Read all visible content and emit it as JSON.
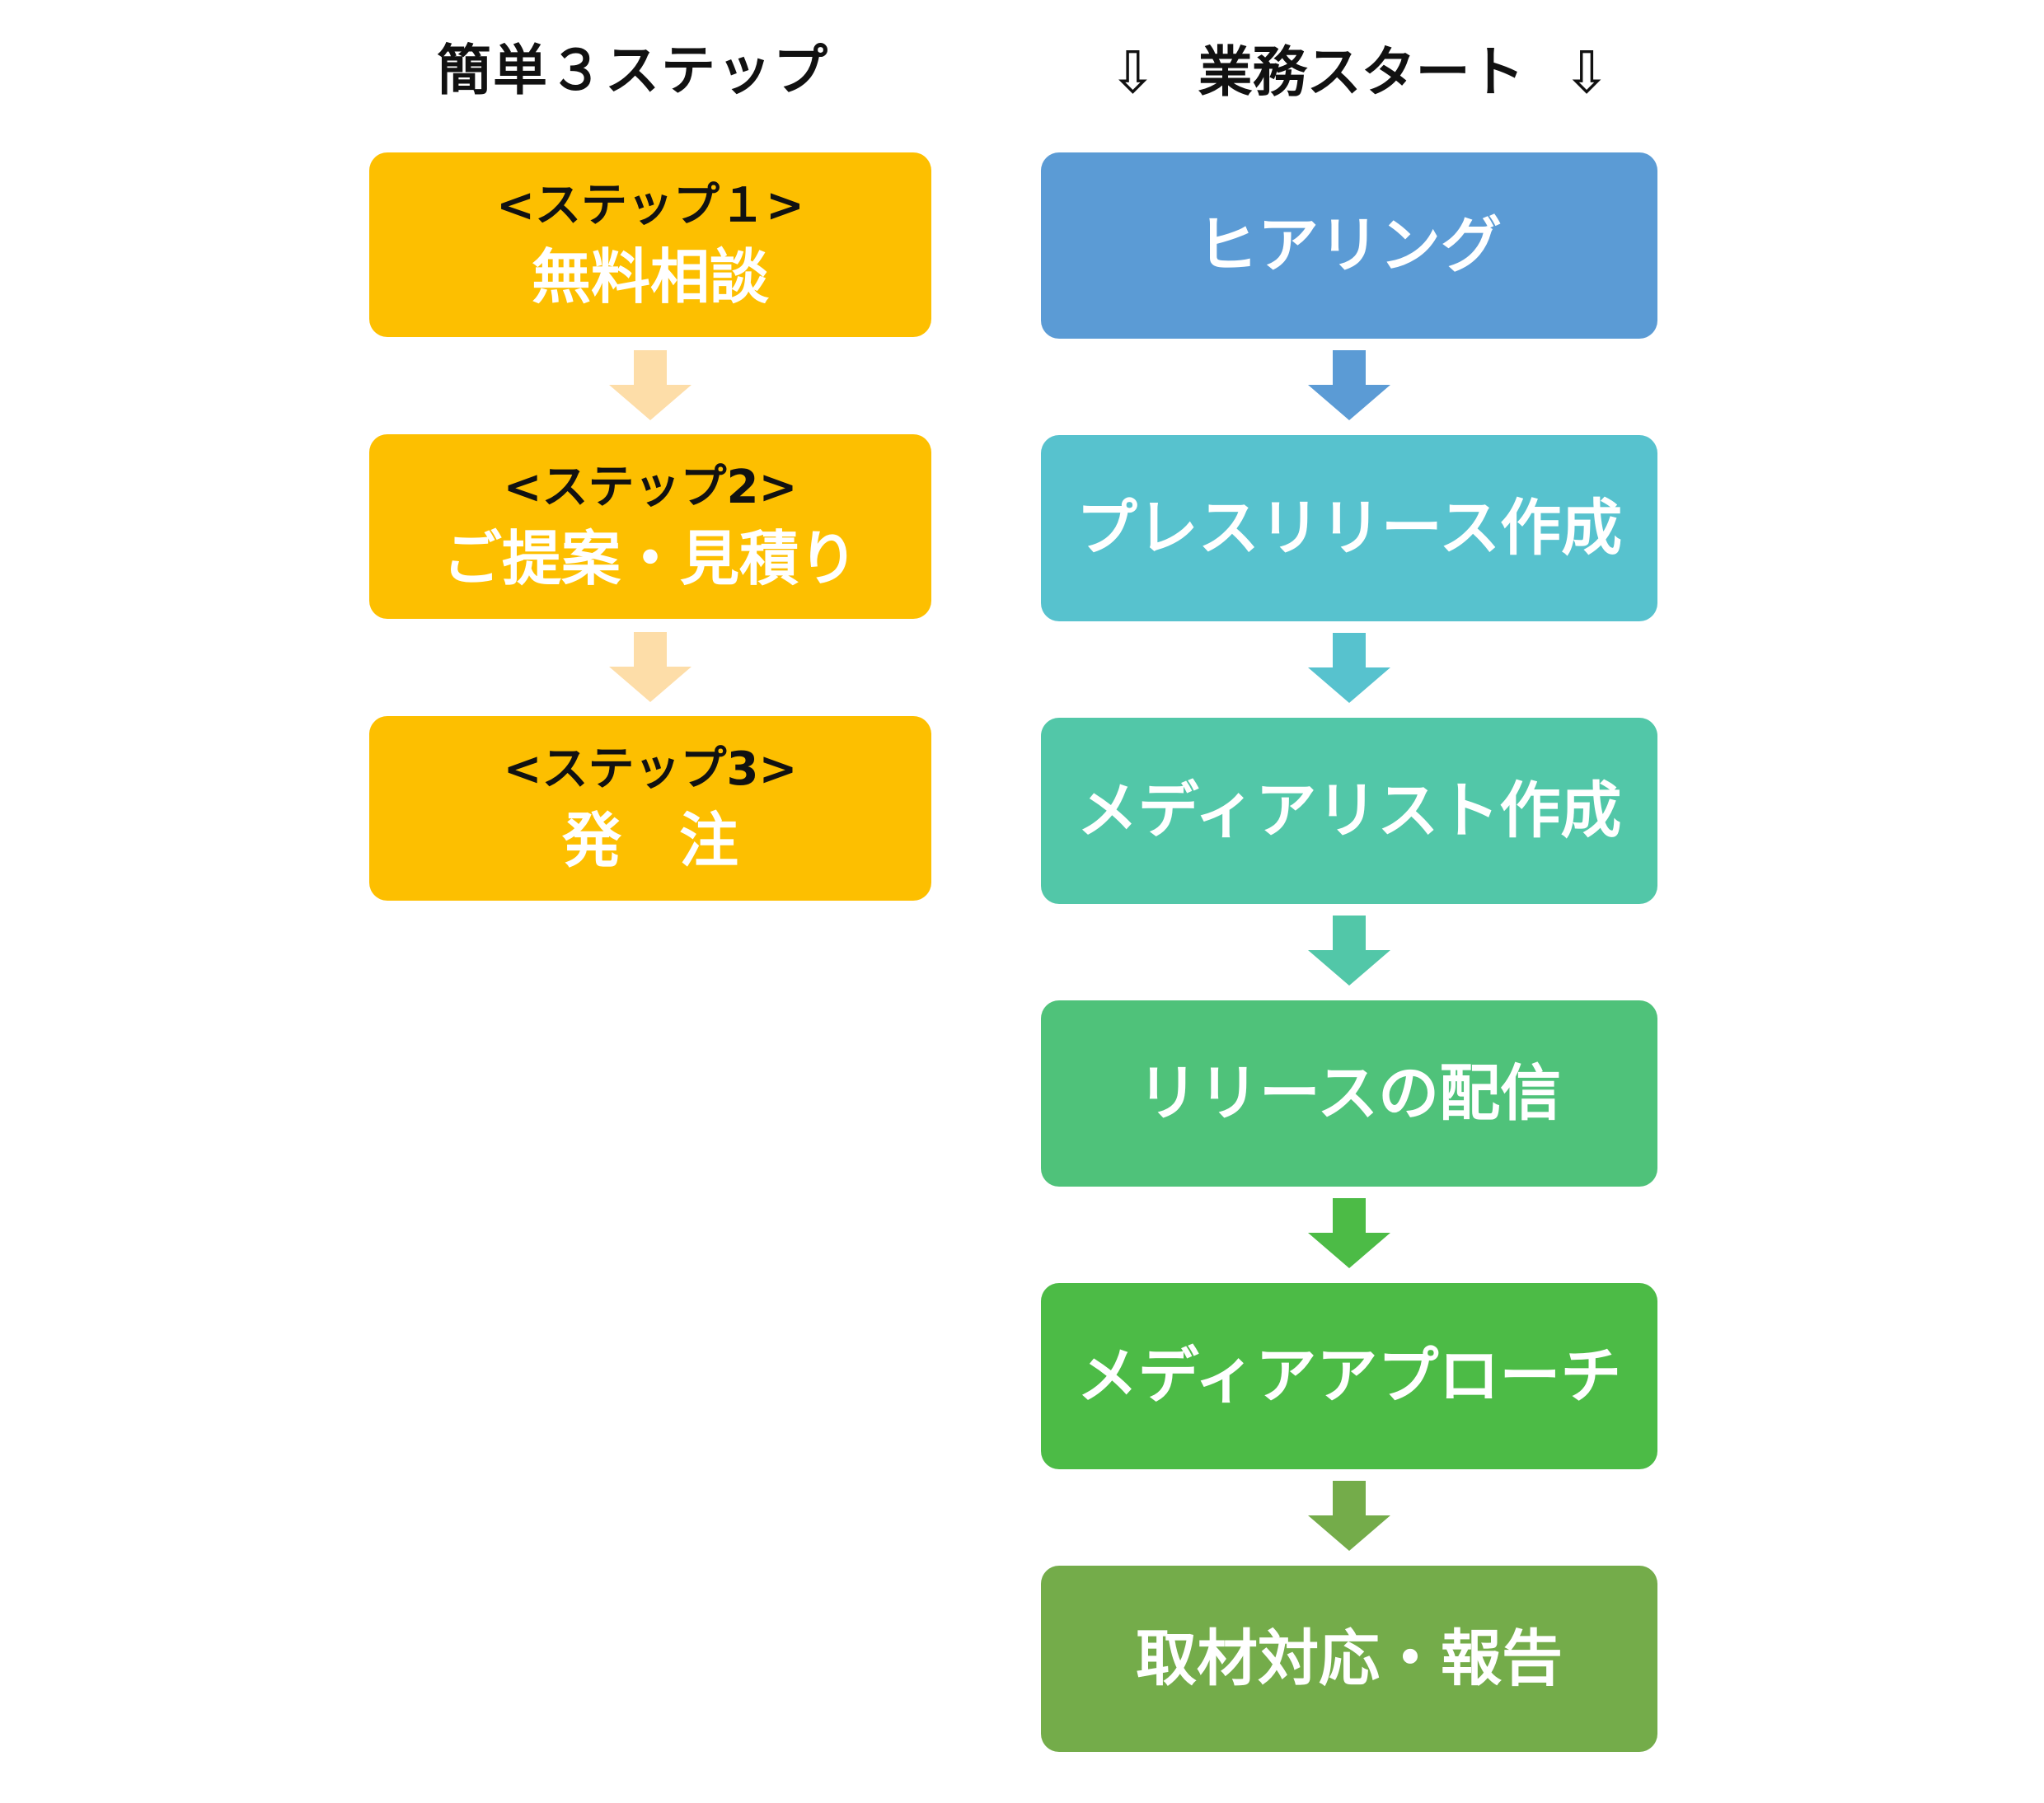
{
  "left_column": {
    "heading": "簡単３ステップ",
    "steps": [
      {
        "label": "<ステップ１>",
        "title": "無料相談"
      },
      {
        "label": "<ステップ2>",
        "title": "ご提案・見積り"
      },
      {
        "label": "<ステップ3>",
        "title": "発注"
      }
    ],
    "box_color": "#FDBF00",
    "arrow_color": "#FDDDA8"
  },
  "right_column": {
    "heading_arrow_left": "⇩",
    "heading": "業務スタート",
    "heading_arrow_right": "⇩",
    "steps": [
      {
        "title": "ヒアリング",
        "color": "#5B9BD5"
      },
      {
        "title": "プレスリリース作成",
        "color": "#57C2CE"
      },
      {
        "title": "メディアリスト作成",
        "color": "#52C7A8"
      },
      {
        "title": "リリースの配信",
        "color": "#4FC27A"
      },
      {
        "title": "メディアアプローチ",
        "color": "#4CBB46"
      },
      {
        "title": "取材対応・報告",
        "color": "#74AC4A"
      }
    ]
  }
}
